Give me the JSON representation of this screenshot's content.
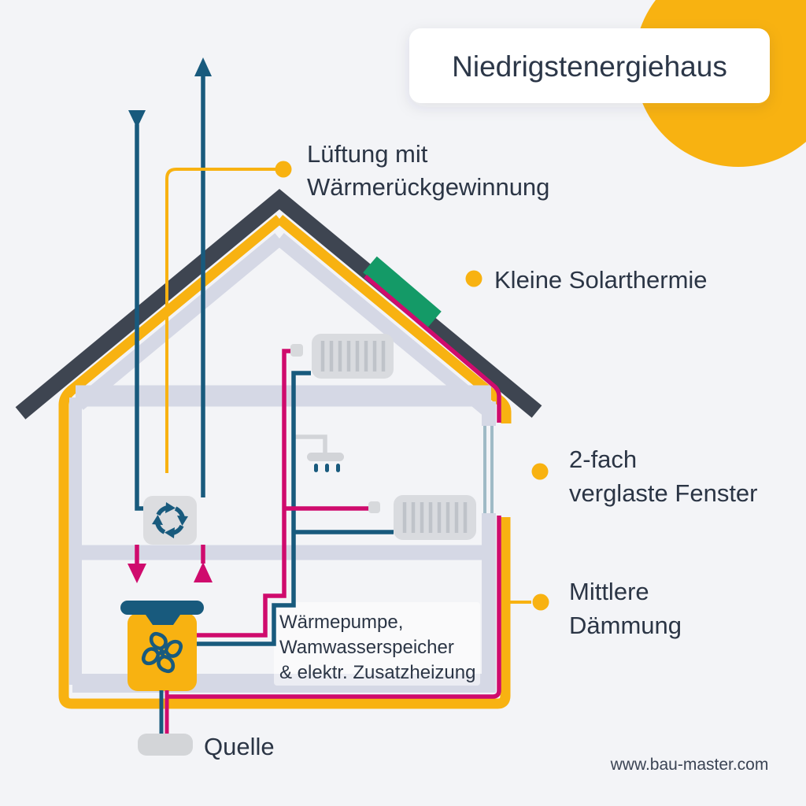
{
  "title": "Niedrigstenergiehaus",
  "website": "www.bau-master.com",
  "labels": {
    "ventilation_line1": "Lüftung mit",
    "ventilation_line2": "Wärmerückgewinnung",
    "solar": "Kleine Solarthermie",
    "window_line1": "2-fach",
    "window_line2": "verglaste Fenster",
    "insulation_line1": "Mittlere",
    "insulation_line2": "Dämmung",
    "heatpump_line1": "Wärmepumpe,",
    "heatpump_line2": "Wamwasserspeicher",
    "heatpump_line3": "& elektr. Zusatzheizung",
    "source": "Quelle"
  },
  "colors": {
    "background": "#f3f4f7",
    "accent_yellow": "#f8b211",
    "roof_dark": "#3e4551",
    "wall_lavender": "#d5d8e5",
    "pipe_magenta": "#cf0b6d",
    "duct_teal": "#185a7d",
    "solar_green": "#149a67",
    "text_dark": "#2b3545",
    "card_white": "#ffffff",
    "window_glass": "#9fbac6",
    "equipment_gray": "#d9dbdf"
  },
  "icons": {
    "fan": "fan-icon (heat pump propeller)",
    "heat_exchange": "circular-arrows-icon (ventilation heat recovery)",
    "shower": "shower-head-icon with water drops",
    "air_supply": "down-arrow-icon",
    "air_exhaust": "up-arrow-icon",
    "label_dot": "yellow connector dot"
  }
}
